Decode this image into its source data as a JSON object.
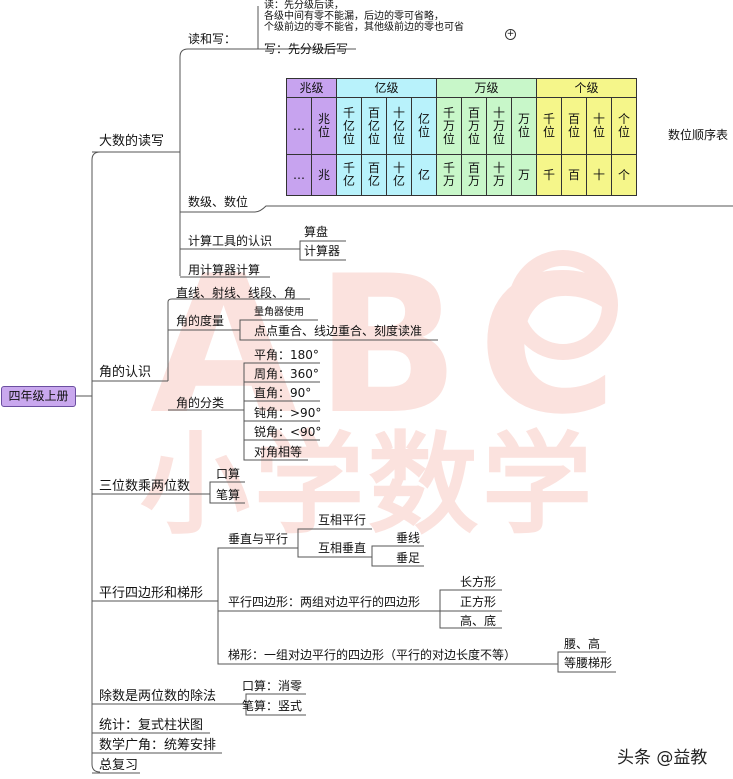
{
  "root": "四年级上册",
  "branches": {
    "big_numbers": {
      "label": "大数的读写",
      "read_write": {
        "label": "读和写：",
        "rule_lines": [
          "读：先分级后读，",
          "各级中间有零不能漏，后边的零可省略，",
          "个级前边的零不能省，其他级前边的零也可省"
        ],
        "write": "写：先分级后写"
      },
      "levels": {
        "label": "数级、数位",
        "table_caption": "数位顺序表",
        "groups": [
          "兆级",
          "亿级",
          "万级",
          "个级"
        ],
        "row1": [
          "…",
          "兆位",
          "千亿位",
          "百亿位",
          "十亿位",
          "亿位",
          "千万位",
          "百万位",
          "十万位",
          "万位",
          "千位",
          "百位",
          "十位",
          "个位"
        ],
        "row2": [
          "…",
          "兆",
          "千亿",
          "百亿",
          "十亿",
          "亿",
          "千万",
          "百万",
          "十万",
          "万",
          "千",
          "百",
          "十",
          "个"
        ]
      },
      "tools": {
        "label": "计算工具的认识",
        "items": [
          "算盘",
          "计算器"
        ]
      },
      "calc": "用计算器计算"
    },
    "angles": {
      "label": "角的认识",
      "lines": "直线、射线、线段、角",
      "measure": {
        "label": "角的度量",
        "items": [
          "量角器使用",
          "点点重合、线边重合、刻度读准"
        ]
      },
      "classes": {
        "label": "角的分类",
        "items": [
          "平角：180°",
          "周角：360°",
          "直角：90°",
          "钝角：>90°",
          "锐角：<90°",
          "对角相等"
        ]
      }
    },
    "multiply": {
      "label": "三位数乘两位数",
      "items": [
        "口算",
        "笔算"
      ]
    },
    "parallel": {
      "label": "平行四边形和梯形",
      "perp": {
        "label": "垂直与平行",
        "items": [
          "互相平行",
          "互相垂直"
        ],
        "sub": [
          "垂线",
          "垂足"
        ]
      },
      "para": {
        "label": "平行四边形：两组对边平行的四边形",
        "items": [
          "长方形",
          "正方形",
          "高、底"
        ]
      },
      "trap": {
        "label": "梯形：一组对边平行的四边形（平行的对边长度不等）",
        "items": [
          "腰、高",
          "等腰梯形"
        ]
      }
    },
    "division": {
      "label": "除数是两位数的除法",
      "items": [
        "口算：消零",
        "笔算：竖式"
      ]
    },
    "stats": "统计：复式柱状图",
    "math_wide": "数学广角：统筹安排",
    "review": "总复习"
  },
  "watermark": {
    "abc": "ABC",
    "cn": "小学数学"
  },
  "credit": "头条 @益教",
  "colors": {
    "zhao": "#c7a3ef",
    "yi": "#b8f2fb",
    "wan": "#c8f7c9",
    "ge": "#f5f68a",
    "root": "#c9a8ee",
    "watermark": "#fbe2de"
  }
}
